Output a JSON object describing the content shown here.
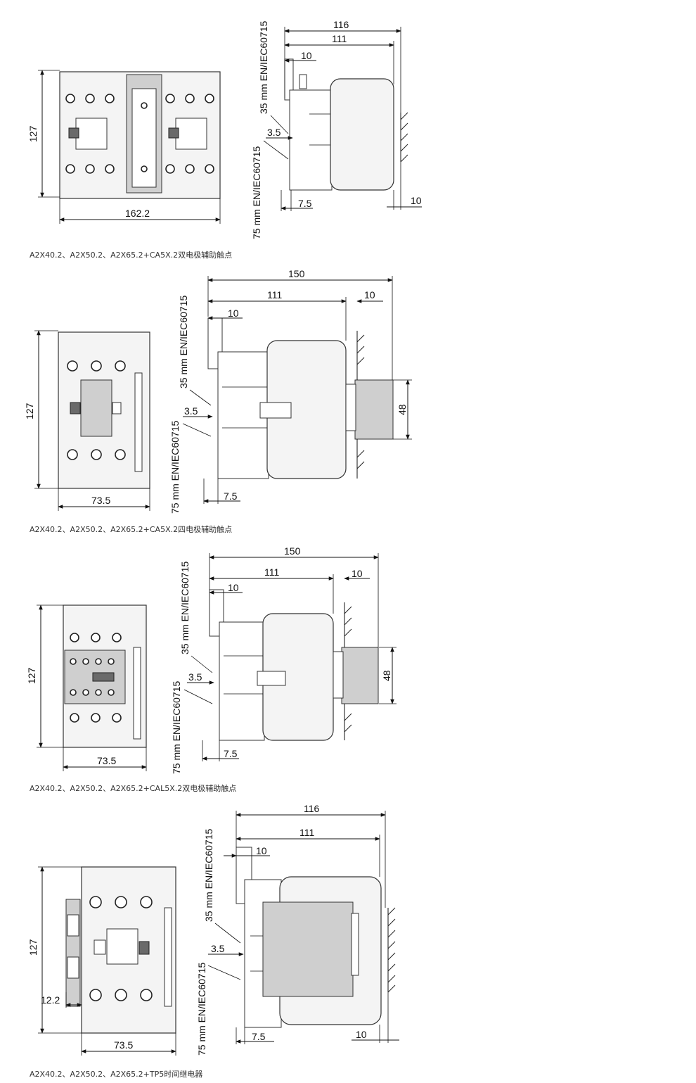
{
  "captions": [
    "A2X40.2、A2X50.2、A2X65.2+CA5X.2双电极辅助触点",
    "A2X40.2、A2X50.2、A2X65.2+CA5X.2四电极辅助触点",
    "A2X40.2、A2X50.2、A2X65.2+CAL5X.2双电极辅助触点",
    "A2X40.2、A2X50.2、A2X65.2+TP5时间继电器"
  ],
  "rail_labels": {
    "rail35": "35 mm EN/IEC60715",
    "rail75": "75 mm EN/IEC60715"
  },
  "d1": {
    "height": "127",
    "width": "162.2",
    "w116": "116",
    "w111": "111",
    "w10": "10",
    "w3_5": "3.5",
    "w7_5": "7.5",
    "wall10": "10"
  },
  "d2": {
    "height": "127",
    "width": "73.5",
    "w150": "150",
    "w111": "111",
    "w10a": "10",
    "w10b": "10",
    "w3_5": "3.5",
    "w7_5": "7.5",
    "h48": "48"
  },
  "d3": {
    "height": "127",
    "width": "73.5",
    "w150": "150",
    "w111": "111",
    "w10a": "10",
    "w10b": "10",
    "w3_5": "3.5",
    "w7_5": "7.5",
    "h48": "48"
  },
  "d4": {
    "height": "127",
    "width": "73.5",
    "side": "12.2",
    "w116": "116",
    "w111": "111",
    "w10": "10",
    "w3_5": "3.5",
    "w7_5": "7.5",
    "wall10": "10"
  }
}
